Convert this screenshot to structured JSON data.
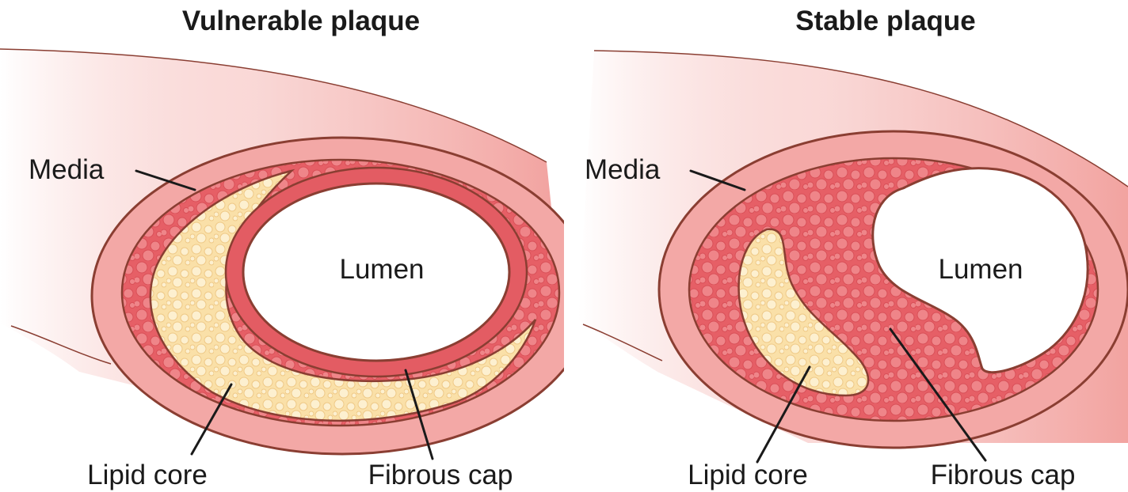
{
  "panels": [
    {
      "title": "Vulnerable plaque",
      "labels": {
        "media": "Media",
        "lumen": "Lumen",
        "lipid_core": "Lipid core",
        "fibrous_cap": "Fibrous cap"
      }
    },
    {
      "title": "Stable plaque",
      "labels": {
        "media": "Media",
        "lumen": "Lumen",
        "lipid_core": "Lipid core",
        "fibrous_cap": "Fibrous cap"
      }
    }
  ],
  "colors": {
    "vessel_wall_fade": "#f5b9b6",
    "media": "#f3a8a6",
    "media_outline": "#9a4a3a",
    "plaque_tissue": "#e8646a",
    "plaque_cell": "#ef8a8d",
    "lipid_core": "#fbe3ad",
    "lipid_droplet": "#fdf1d2",
    "lumen": "#ffffff",
    "text": "#1a1a1a"
  }
}
